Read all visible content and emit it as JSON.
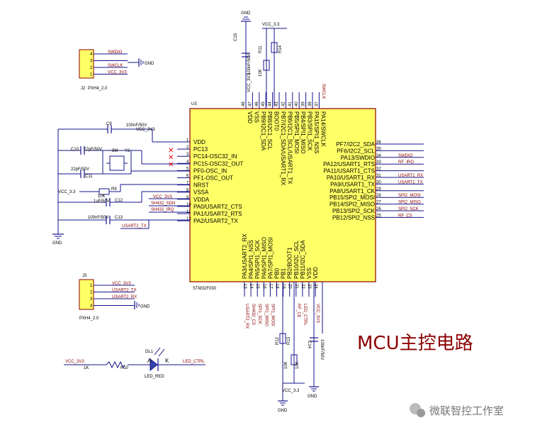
{
  "title": "MCU主控电路",
  "watermark": "微联智控工作室",
  "mcu": {
    "ref": "U3",
    "part": "STM32F030",
    "left_pins": [
      {
        "num": "1",
        "name": "VDD"
      },
      {
        "num": "2",
        "name": "PC13"
      },
      {
        "num": "3",
        "name": "PC14-OSC32_IN"
      },
      {
        "num": "4",
        "name": "PC15-OSC32_OUT"
      },
      {
        "num": "5",
        "name": "PF0-OSC_IN"
      },
      {
        "num": "6",
        "name": "PF1-OSC_OUT"
      },
      {
        "num": "7",
        "name": "NRST"
      },
      {
        "num": "8",
        "name": "VSSA"
      },
      {
        "num": "9",
        "name": "VDDA"
      },
      {
        "num": "10",
        "name": "PA0/USART2_CTS"
      },
      {
        "num": "11",
        "name": "PA1/USART2_RTS"
      },
      {
        "num": "12",
        "name": "PA2/USART2_TX"
      }
    ],
    "right_pins": [
      {
        "num": "36",
        "name": "PF7/I2C2_SDA",
        "net": ""
      },
      {
        "num": "35",
        "name": "PF6/I2C2_SCL",
        "net": ""
      },
      {
        "num": "34",
        "name": "PA13/SWDIO",
        "net": "SWDIO"
      },
      {
        "num": "33",
        "name": "PA12/USART1_RTS",
        "net": "RF_IRQ"
      },
      {
        "num": "32",
        "name": "PA11/USART1_CTS",
        "net": ""
      },
      {
        "num": "31",
        "name": "PA10/USART1_RX",
        "net": "USART1_RX"
      },
      {
        "num": "30",
        "name": "PA9/USART1_TX",
        "net": "USART1_TX"
      },
      {
        "num": "29",
        "name": "PA8/USART1_CK",
        "net": ""
      },
      {
        "num": "28",
        "name": "PB15/SPI2_MOSI",
        "net": "SPI2_MOSI"
      },
      {
        "num": "27",
        "name": "PB14/SPI2_MISO",
        "net": "SPI2_MISO"
      },
      {
        "num": "26",
        "name": "PB13/SPI2_SCK",
        "net": "SPI2_SCK"
      },
      {
        "num": "25",
        "name": "PB12/SPI2_NSS",
        "net": "RF_CS"
      }
    ],
    "top_pins": [
      {
        "num": "48",
        "name": "VDD"
      },
      {
        "num": "47",
        "name": "VSS"
      },
      {
        "num": "46",
        "name": "PB9/I2C1_SDA"
      },
      {
        "num": "45",
        "name": "PB8/I2C1_SCL"
      },
      {
        "num": "44",
        "name": "BOOT0"
      },
      {
        "num": "43",
        "name": "PB7/I2C1_SDA/USART1_RX"
      },
      {
        "num": "42",
        "name": "PB6/I2C1_SCL/USART1_TX"
      },
      {
        "num": "41",
        "name": "PB5/SPI1_MOSI"
      },
      {
        "num": "40",
        "name": "PB4/SPI1_MISO"
      },
      {
        "num": "39",
        "name": "PB3/SPI1_SCK"
      },
      {
        "num": "38",
        "name": "PA15/SPI1_NSS"
      },
      {
        "num": "37",
        "name": "PA14/SWCLK"
      }
    ],
    "bottom_pins": [
      {
        "num": "13",
        "name": "PA3/USART2_RX"
      },
      {
        "num": "14",
        "name": "PA4/SPI1_NSS"
      },
      {
        "num": "15",
        "name": "PA5/SPI1_SCK"
      },
      {
        "num": "16",
        "name": "PA6/SPI1_MISO"
      },
      {
        "num": "17",
        "name": "PA7/SPI1_MOSI"
      },
      {
        "num": "18",
        "name": "PB0"
      },
      {
        "num": "19",
        "name": "PB1"
      },
      {
        "num": "20",
        "name": "PB2/BOOT1"
      },
      {
        "num": "21",
        "name": "PB10/I2C_SCL"
      },
      {
        "num": "22",
        "name": "PB11/I2C_SDA"
      },
      {
        "num": "23",
        "name": "VSS"
      },
      {
        "num": "24",
        "name": "VDD"
      }
    ],
    "bottom_nets": [
      "USART2_RX",
      "SH432_CS",
      "SPI1_SCK",
      "SPI1_MISO",
      "SPI1_MOSI",
      "",
      "",
      "",
      "RF_CE",
      "LED_CTRL",
      "",
      "VCC_3V3"
    ],
    "top_net": "SWCLK"
  },
  "labels": {
    "gnd": "GND",
    "vcc": "VCC_3.3",
    "vcc_small": "VCC_3V3",
    "vcc_r": "VCC_3.3"
  },
  "swd_connector": {
    "ref": "J2",
    "part": "PXH4_2.0",
    "pins": [
      {
        "num": "4",
        "net": "SWDIO"
      },
      {
        "num": "3",
        "net": "GND"
      },
      {
        "num": "2",
        "net": "SWCLK"
      },
      {
        "num": "1",
        "net": "VCC_3V3"
      }
    ]
  },
  "uart_connector": {
    "ref": "J3",
    "part": "PXH4_2.0",
    "pins": [
      {
        "num": "1",
        "net": "VCC_3V3"
      },
      {
        "num": "2",
        "net": "USART2_TX"
      },
      {
        "num": "3",
        "net": "USART2_RX"
      },
      {
        "num": "4",
        "net": "GND"
      }
    ]
  },
  "left_parts": {
    "c9": "C9",
    "c9_val": "100nF/50V",
    "c10": "C10",
    "c10_val": "22pF/50V",
    "c11": "C11",
    "c11_val": "22pF/50V",
    "x2": "Y2",
    "x2_val": "8M",
    "r9": "R9",
    "r9_val": "10K",
    "c12": "C12",
    "c12_val": "1uF/50V",
    "c13": "C13",
    "c13_val": "100nF/50V",
    "vcc": "VCC_3.3",
    "vcc3v3": "VCC_3V3",
    "sh_sdn": "SH432_SDN",
    "sh_irq": "SH432_IRQ",
    "u2tx": "USART2_TX"
  },
  "top_parts": {
    "c15": "C15",
    "c15_val": "100nF/50V",
    "r11": "R11",
    "r11_val": "10K",
    "r14": "R14",
    "vcc3v3": "VCC_3V3"
  },
  "bottom_parts": {
    "r12": "R12",
    "r12_val": "10K",
    "r13": "R13",
    "r13_val": "10K",
    "c14": "C14",
    "c14_val": "100nF/50V"
  },
  "led": {
    "ref": "DL1",
    "name": "LED_RED",
    "a": "A",
    "k": "K",
    "r_ref": "R10",
    "r_val": "1K",
    "vcc": "VCC_3V3",
    "ctrl": "LED_CTRL"
  }
}
